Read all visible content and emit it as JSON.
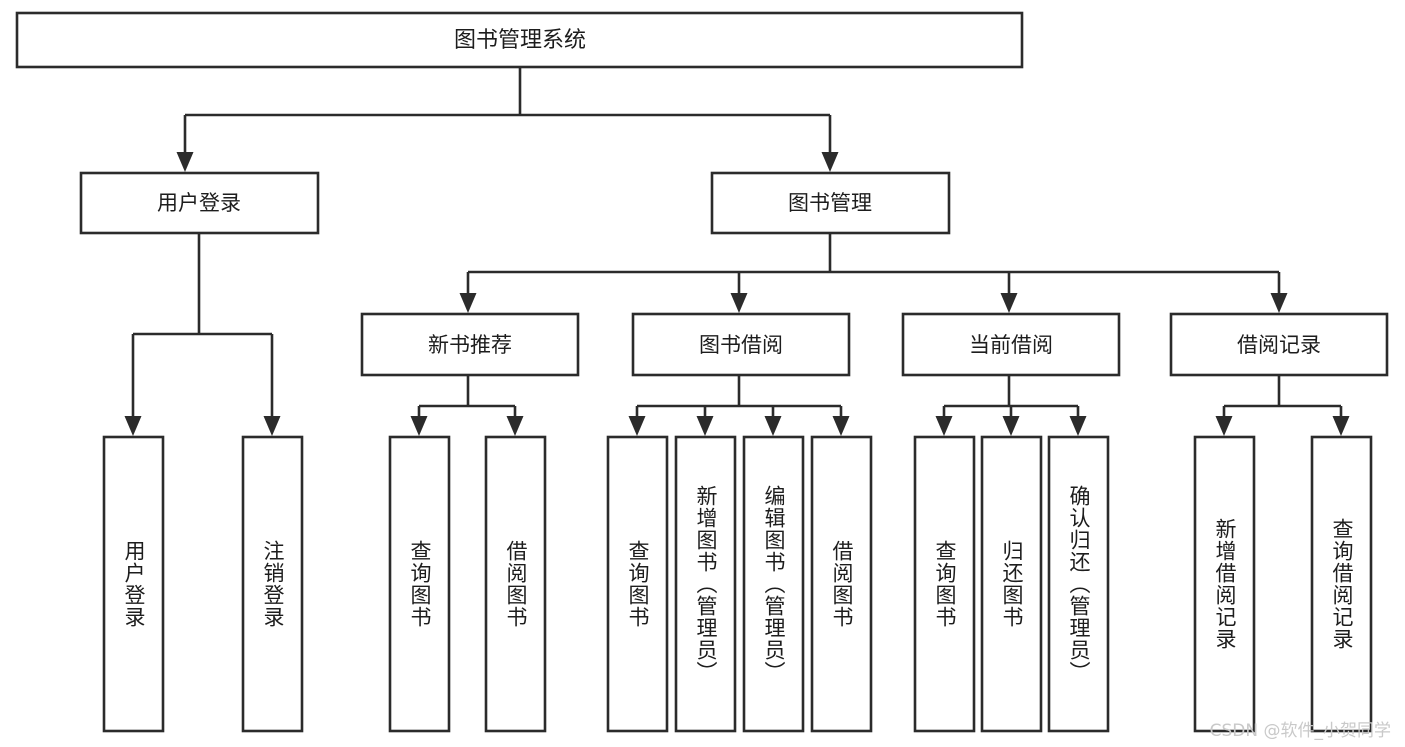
{
  "diagram": {
    "type": "tree",
    "title": "图书管理系统",
    "root": {
      "label": "图书管理系统",
      "children": [
        {
          "label": "用户登录",
          "children": [
            {
              "label": "用户登录"
            },
            {
              "label": "注销登录"
            }
          ]
        },
        {
          "label": "图书管理",
          "children": [
            {
              "label": "新书推荐",
              "children": [
                {
                  "label": "查询图书"
                },
                {
                  "label": "借阅图书"
                }
              ]
            },
            {
              "label": "图书借阅",
              "children": [
                {
                  "label": "查询图书"
                },
                {
                  "label": "新增图书（管理员）"
                },
                {
                  "label": "编辑图书（管理员）"
                },
                {
                  "label": "借阅图书"
                }
              ]
            },
            {
              "label": "当前借阅",
              "children": [
                {
                  "label": "查询图书"
                },
                {
                  "label": "归还图书"
                },
                {
                  "label": "确认归还（管理员）"
                }
              ]
            },
            {
              "label": "借阅记录",
              "children": [
                {
                  "label": "新增借阅记录"
                },
                {
                  "label": "查询借阅记录"
                }
              ]
            }
          ]
        }
      ]
    }
  },
  "nodes": {
    "root": "图书管理系统",
    "l1_user_login": "用户登录",
    "l1_book_manage": "图书管理",
    "l2_user_login": "用户登录",
    "l2_logout": "注销登录",
    "l2_new_book": "新书推荐",
    "l2_borrow": "图书借阅",
    "l2_current": "当前借阅",
    "l2_record": "借阅记录",
    "l3_nb_query": "查询图书",
    "l3_nb_borrow": "借阅图书",
    "l3_bb_query": "查询图书",
    "l3_bb_add": "新增图书（管理员）",
    "l3_bb_edit": "编辑图书（管理员）",
    "l3_bb_borrow": "借阅图书",
    "l3_cb_query": "查询图书",
    "l3_cb_return": "归还图书",
    "l3_cb_confirm": "确认归还（管理员）",
    "l3_rc_add": "新增借阅记录",
    "l3_rc_query": "查询借阅记录"
  },
  "watermark": {
    "text": "CSDN @软件_小贺同学"
  },
  "colors": {
    "background": "#ffffff",
    "box_fill": "#ffffff",
    "stroke": "#2b2b2b",
    "text": "#1d1d1d",
    "watermark": "#c9c9c9"
  }
}
